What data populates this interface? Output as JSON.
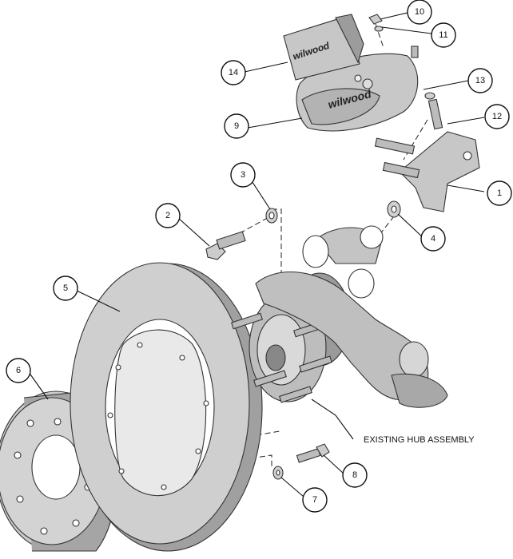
{
  "callouts": [
    "1",
    "2",
    "3",
    "4",
    "5",
    "6",
    "7",
    "8",
    "9",
    "10",
    "11",
    "12",
    "13",
    "14"
  ],
  "labels": {
    "existing_hub": "EXISTING HUB ASSEMBLY"
  },
  "brand": {
    "pad_logo": "wilwood",
    "caliper_logo": "wilwood"
  },
  "colors": {
    "part_fill": "#c9c9c9",
    "part_dark": "#8a8a8a",
    "line": "#111111",
    "background": "#ffffff"
  }
}
